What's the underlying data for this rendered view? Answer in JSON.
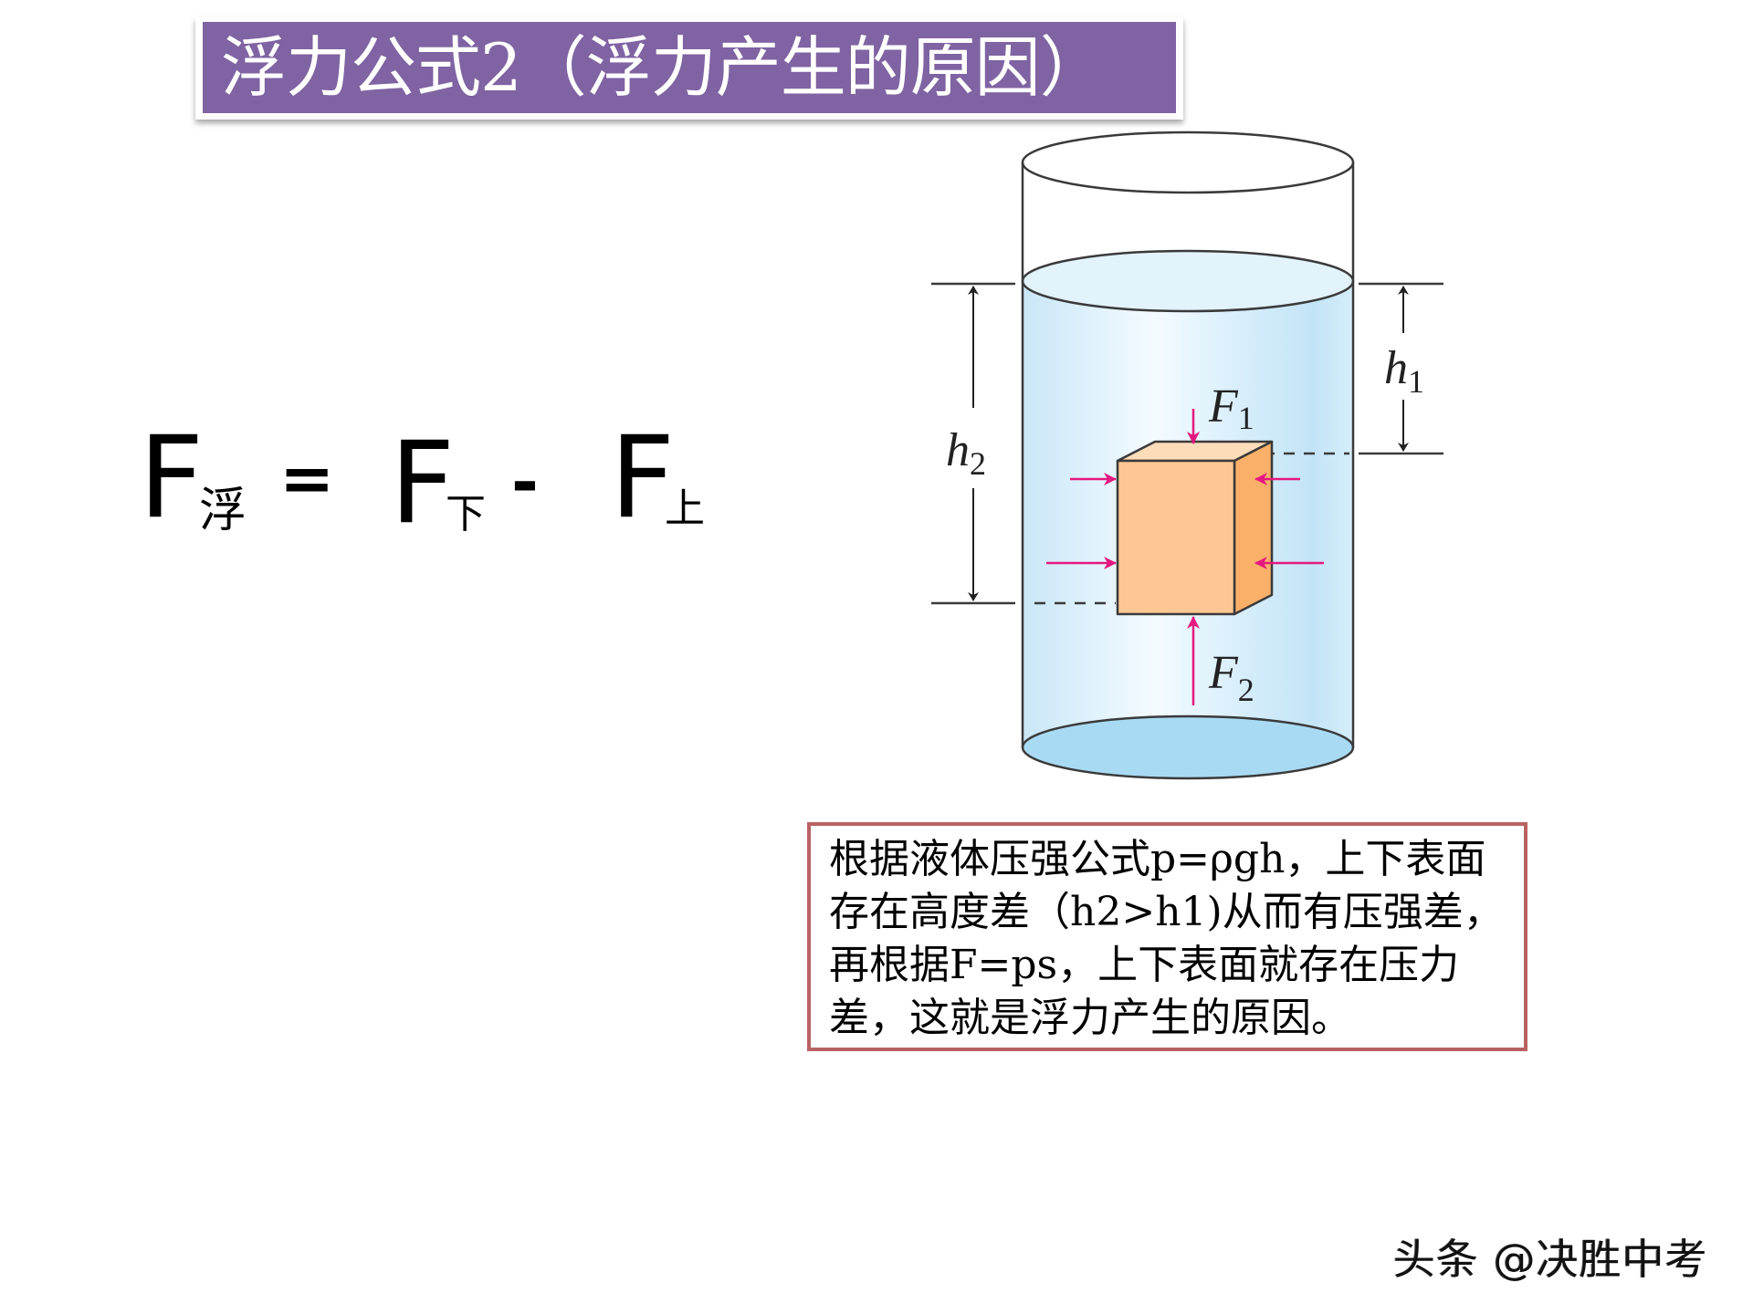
{
  "title": "浮力公式2（浮力产生的原因）",
  "formula": {
    "lhs": {
      "symbol": "F",
      "subscript": "浮"
    },
    "equals": "=",
    "term1": {
      "symbol": "F",
      "subscript": "下"
    },
    "minus": "-",
    "term2": {
      "symbol": "F",
      "subscript": "上"
    }
  },
  "diagram": {
    "labels": {
      "h1": "h",
      "h1_sub": "1",
      "h2": "h",
      "h2_sub": "2",
      "F1": "F",
      "F1_sub": "1",
      "F2": "F",
      "F2_sub": "2"
    },
    "colors": {
      "water": "#d6eefa",
      "water_bottom": "#a9daf3",
      "block_front": "#fdc793",
      "block_top": "#fddcb9",
      "block_side": "#fbb06a",
      "force_arrow": "#e5187f",
      "outline": "#3a3a3a"
    }
  },
  "explanation": {
    "lines": [
      "根据液体压强公式p=ρgh，上下表面",
      "存在高度差（h2>h1)从而有压强差，",
      "再根据F=ps，上下表面就存在压力",
      "差，这就是浮力产生的原因。"
    ],
    "border_color": "#b86264"
  },
  "watermark": "头条 @决胜中考",
  "colors": {
    "title_bg": "#7f63a2",
    "title_text": "#ffffff"
  }
}
